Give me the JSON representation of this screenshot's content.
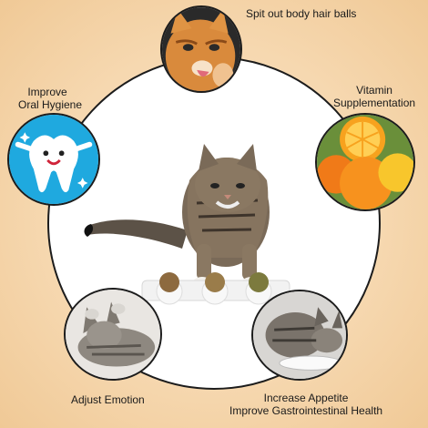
{
  "labels": {
    "hairballs": "Spit out body hair balls",
    "oral": [
      "Improve",
      "Oral Hygiene"
    ],
    "vitamin": [
      "Vitamin",
      "Supplementation"
    ],
    "emotion": "Adjust Emotion",
    "appetite": [
      "Increase Appetite",
      "Improve Gastrointestinal Health"
    ]
  },
  "icons": {
    "hairballs": "cat-licking-icon",
    "oral": "tooth-icon",
    "vitamin": "orange-fruit-icon",
    "emotion": "cat-playing-icon",
    "appetite": "cat-eating-icon"
  },
  "colors": {
    "background": "#f6d8b0",
    "ring": "#1c1c1c",
    "tooth_bg": "#1fa9df",
    "orange": "#f7921e"
  }
}
